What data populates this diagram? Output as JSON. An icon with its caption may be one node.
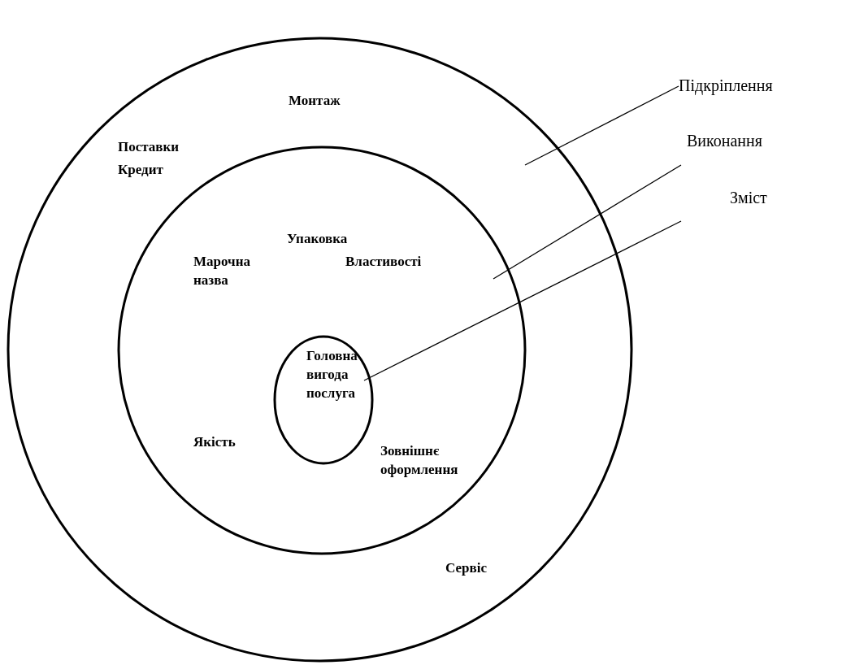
{
  "diagram": {
    "nodes": [
      {
        "text": [
          "Монтаж",
          "Поставки",
          "Кредит",
          "Сервіс"
        ]
      },
      {
        "text": [
          "Упаковка",
          "Марочна назва",
          "Властивості",
          "Якість",
          "Зовнішнє оформлення"
        ],
        "in": 0
      },
      {
        "text": [
          "Головна вигода послуга"
        ],
        "in": 1
      },
      {
        "text": [
          "Підкріплення"
        ]
      },
      {
        "text": [
          "Виконання"
        ]
      },
      {
        "text": [
          "Зміст"
        ]
      }
    ],
    "edges": [
      {
        "from": 3,
        "to": 0,
        "arrow": "none"
      },
      {
        "from": 4,
        "to": 1,
        "arrow": "none"
      },
      {
        "from": 5,
        "to": 2,
        "arrow": "none"
      }
    ]
  }
}
